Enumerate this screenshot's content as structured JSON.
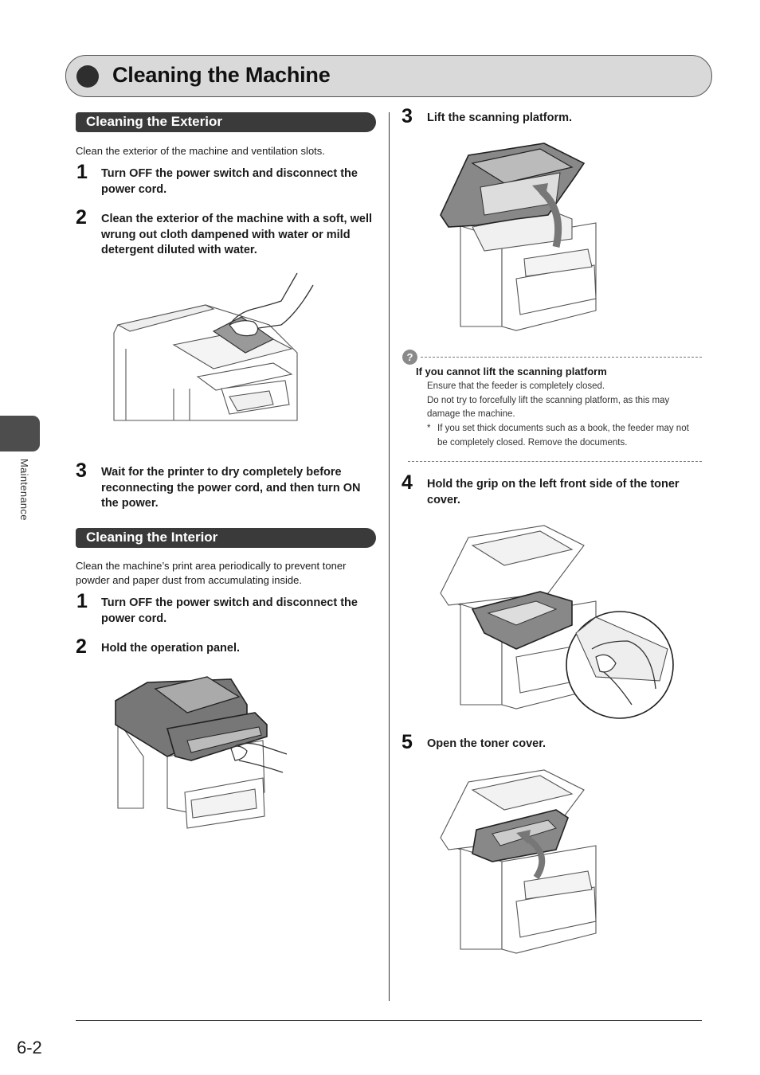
{
  "page_title": "Cleaning the Machine",
  "side_tab": "Maintenance",
  "page_number": "6-2",
  "exterior": {
    "heading": "Cleaning the Exterior",
    "intro": "Clean the exterior of the machine and ventilation slots.",
    "steps": [
      {
        "num": "1",
        "lines": [
          "Turn OFF the power switch and disconnect the",
          "power cord."
        ]
      },
      {
        "num": "2",
        "lines": [
          "Clean the exterior of the machine with a soft, well",
          "wrung out cloth dampened with water or mild",
          "detergent diluted with water."
        ]
      },
      {
        "num": "3",
        "lines": [
          "Wait for the printer to dry completely before",
          "reconnecting the power cord, and then turn ON",
          "the power."
        ]
      }
    ]
  },
  "interior": {
    "heading": "Cleaning the Interior",
    "intro_lines": [
      "Clean the machine’s print area periodically to prevent toner",
      "powder and paper dust from accumulating inside."
    ],
    "steps": [
      {
        "num": "1",
        "lines": [
          "Turn OFF the power switch and disconnect the",
          "power cord."
        ]
      },
      {
        "num": "2",
        "lines": [
          "Hold the operation panel."
        ]
      },
      {
        "num": "3",
        "lines": [
          "Lift the scanning platform."
        ]
      },
      {
        "num": "4",
        "lines": [
          "Hold the grip on the left front side of the toner",
          "cover."
        ]
      },
      {
        "num": "5",
        "lines": [
          "Open the toner cover."
        ]
      }
    ]
  },
  "note": {
    "icon": "?",
    "title": "If you cannot lift the scanning platform",
    "lines": [
      "Ensure that the feeder is completely closed.",
      "Do not try to forcefully lift the scanning platform, as this may",
      "damage the machine."
    ],
    "bullet_mark": "*",
    "bullet_lines": [
      "If you set thick documents such as a book, the feeder may not",
      "be completely closed. Remove the documents."
    ]
  }
}
